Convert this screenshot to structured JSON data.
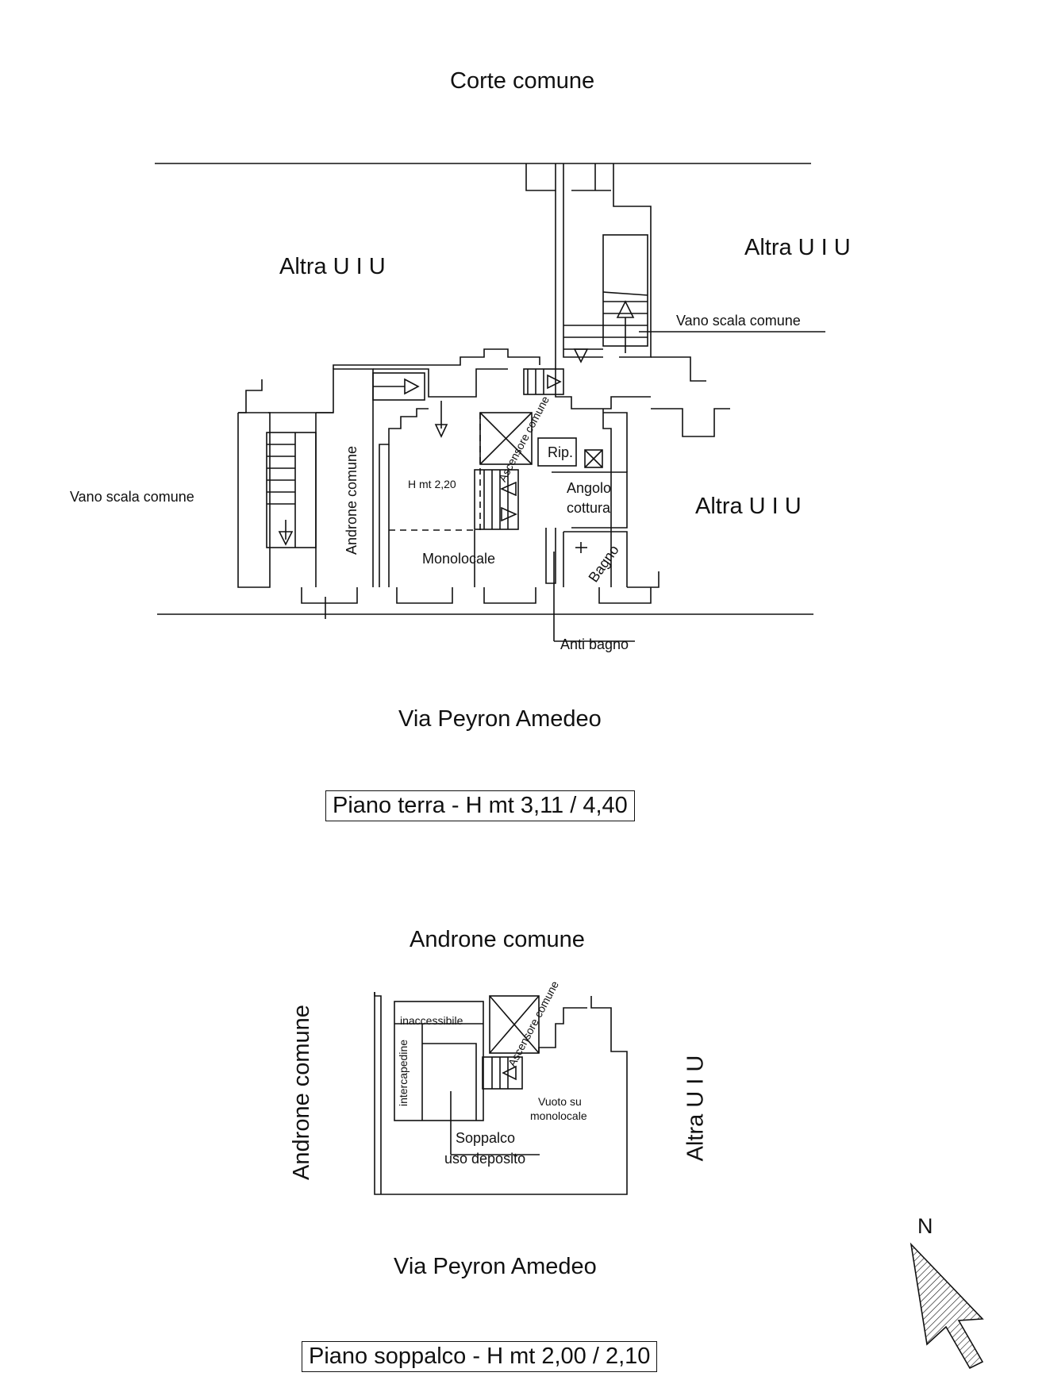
{
  "ground_floor": {
    "north_label": "Corte comune",
    "left_unit": "Altra U I U",
    "top_right_unit": "Altra U I U",
    "right_unit": "Altra U I U",
    "stair_right": "Vano scala comune",
    "stair_left": "Vano scala comune",
    "androne": "Androne comune",
    "lift": "Ascensore comune",
    "height_note": "H mt 2,20",
    "storage": "Rip.",
    "kitchen_line1": "Angolo",
    "kitchen_line2": "cottura",
    "room": "Monolocale",
    "bath": "Bagno",
    "antibath": "Anti bagno",
    "street": "Via Peyron Amedeo",
    "caption": "Piano terra - H mt 3,11 / 4,40"
  },
  "mezzanine": {
    "top_label": "Androne comune",
    "left_label": "Androne comune",
    "right_label": "Altra U I U",
    "inaccessible": "inaccessibile",
    "cavity": "intercapedine",
    "lift": "Ascensore comune",
    "void_line1": "Vuoto su",
    "void_line2": "monolocale",
    "loft_line1": "Soppalco",
    "loft_line2": "uso deposito",
    "street": "Via Peyron Amedeo",
    "caption": "Piano soppalco - H mt 2,00 / 2,10"
  },
  "compass": {
    "label": "N"
  }
}
